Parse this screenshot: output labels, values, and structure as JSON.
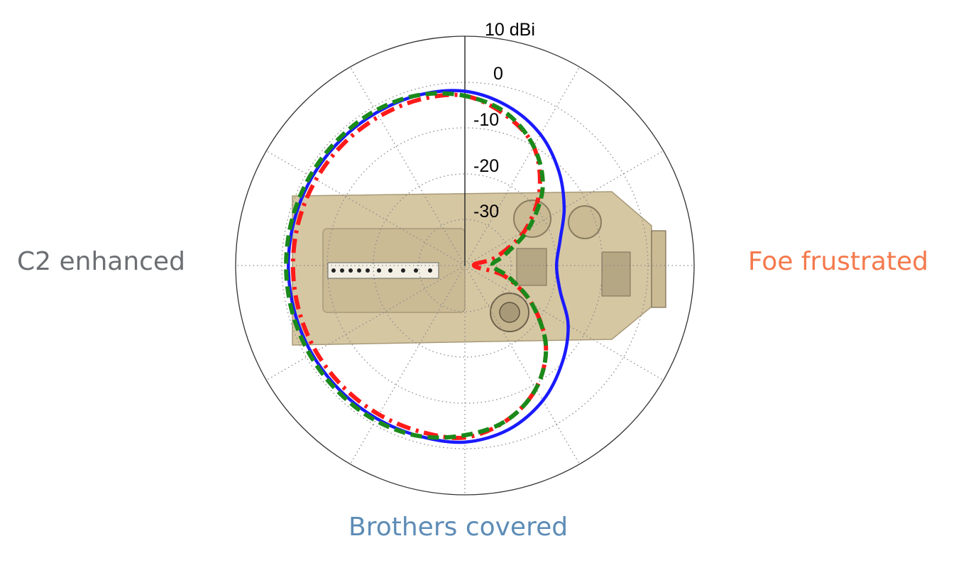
{
  "labels": {
    "left": "C2 enhanced",
    "right": "Foe frustrated",
    "bottom": "Brothers covered"
  },
  "colors": {
    "left_label": "#6b6e72",
    "right_label": "#f4794c",
    "bottom_label": "#5d8cb6",
    "vehicle": "#d6c7a3"
  },
  "chart_data": {
    "type": "polar",
    "unit": "dBi",
    "r_ticks": [
      "10 dBi",
      "0",
      "-10",
      "-20",
      "-30"
    ],
    "r_tick_values": [
      10,
      0,
      -10,
      -20,
      -30
    ],
    "r_range": [
      -40,
      10
    ],
    "angle_grid_step_deg": 30,
    "grid": true,
    "background_image": "armored-vehicle-top-view",
    "series": [
      {
        "line_style": "solid",
        "color": "#1a1aff",
        "angles_deg": [
          0,
          15,
          30,
          45,
          60,
          75,
          90,
          105,
          120,
          135,
          150,
          165,
          180,
          195,
          210,
          225,
          240,
          255,
          270,
          285,
          300,
          315,
          330,
          345
        ],
        "values": [
          -20,
          -18.5,
          -15,
          -11,
          -7,
          -4,
          -2,
          -1.5,
          -1.5,
          -1.5,
          -1.5,
          -1.5,
          -1.5,
          -1.5,
          -1.5,
          -1.5,
          -1.5,
          -1.5,
          -1.5,
          -3,
          -6,
          -10,
          -14,
          -18.5
        ]
      },
      {
        "line_style": "dash-dot",
        "color": "#ff1a1a",
        "angles_deg": [
          0,
          15,
          30,
          45,
          60,
          75,
          90,
          105,
          120,
          135,
          150,
          165,
          180,
          195,
          210,
          225,
          240,
          255,
          270,
          285,
          300,
          315,
          330,
          345
        ],
        "values": [
          -38,
          -33,
          -25,
          -17,
          -10,
          -6,
          -3,
          -2.5,
          -2.5,
          -2.5,
          -2.5,
          -2.5,
          -2.5,
          -2.5,
          -2.5,
          -2.5,
          -2.5,
          -2.5,
          -2.5,
          -5,
          -9,
          -15,
          -23,
          -31
        ]
      },
      {
        "line_style": "dashed",
        "color": "#1a8a1a",
        "angles_deg": [
          0,
          15,
          30,
          45,
          60,
          75,
          90,
          105,
          120,
          135,
          150,
          165,
          180,
          195,
          210,
          225,
          240,
          255,
          270,
          285,
          300,
          315,
          330,
          345
        ],
        "values": [
          -34,
          -31,
          -24,
          -16,
          -10,
          -5.5,
          -3,
          -1.5,
          -1,
          -1,
          -1,
          -1,
          -1,
          -1,
          -1,
          -1,
          -1,
          -1.5,
          -3,
          -5,
          -9,
          -15,
          -23,
          -30
        ]
      }
    ]
  }
}
